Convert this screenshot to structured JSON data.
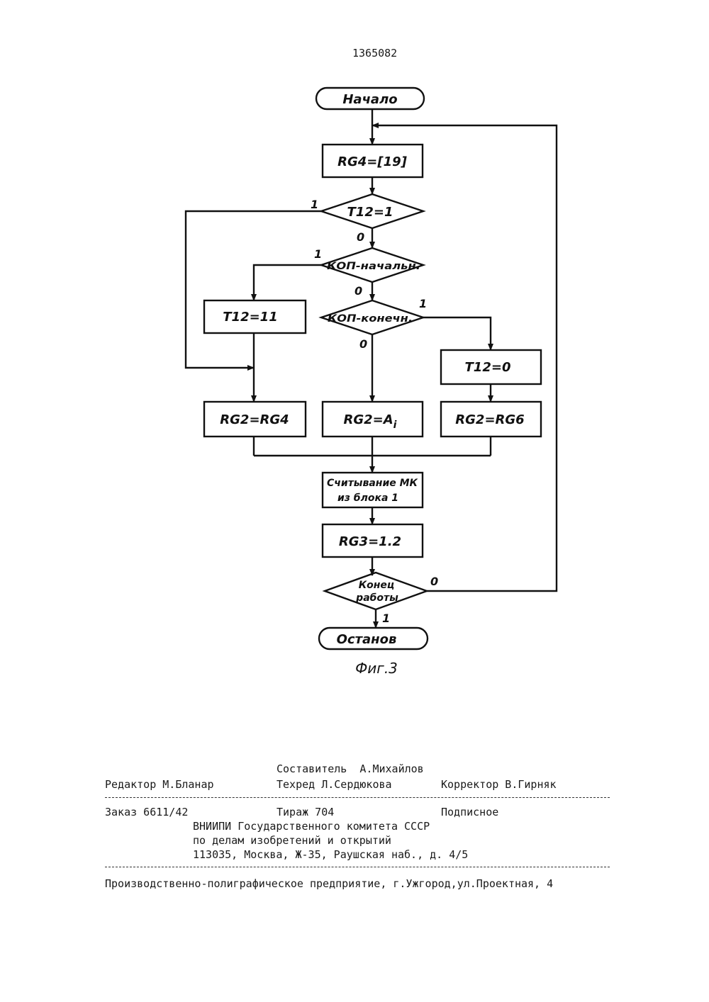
{
  "header": {
    "patent_number": "1365082"
  },
  "flowchart": {
    "start": "Начало",
    "rg4_assign": "RG4=[19]",
    "cond_t12": "T12=1",
    "cond_kop_start": "КОП-начальн.",
    "cond_kop_end": "КОП-конечн.",
    "t12_set_11": "T12=11",
    "t12_set_0": "T12=0",
    "rg2_rg4": "RG2=RG4",
    "rg2_ai": "RG2=A",
    "rg2_ai_sub": "i",
    "rg2_rg6": "RG2=RG6",
    "read_mk_line1": "Считывание МК",
    "read_mk_line2": "из блока 1",
    "rg3_assign": "RG3=1.2",
    "cond_end_line1": "Конец",
    "cond_end_line2": "работы",
    "stop": "Останов",
    "branch_labels": {
      "t12_yes": "1",
      "t12_no": "0",
      "kop_start_yes": "1",
      "kop_start_no": "0",
      "kop_end_yes": "1",
      "kop_end_no": "0",
      "end_no": "0",
      "end_yes": "1"
    },
    "caption": "Фиг.3"
  },
  "imprint": {
    "compiler": "Составитель  А.Михайлов",
    "editor": "Редактор М.Бланар",
    "techred": "Техред Л.Сердюкова",
    "corrector": "Корректор В.Гирняк",
    "order": "Заказ 6611/42",
    "circulation": "Тираж 704",
    "subscription": "Подписное",
    "org_line1": "ВНИИПИ Государственного комитета СССР",
    "org_line2": "по делам изобретений и открытий",
    "org_line3": "113035, Москва, Ж-35, Раушская наб., д. 4/5",
    "printer": "Производственно-полиграфическое предприятие, г.Ужгород,ул.Проектная, 4"
  }
}
